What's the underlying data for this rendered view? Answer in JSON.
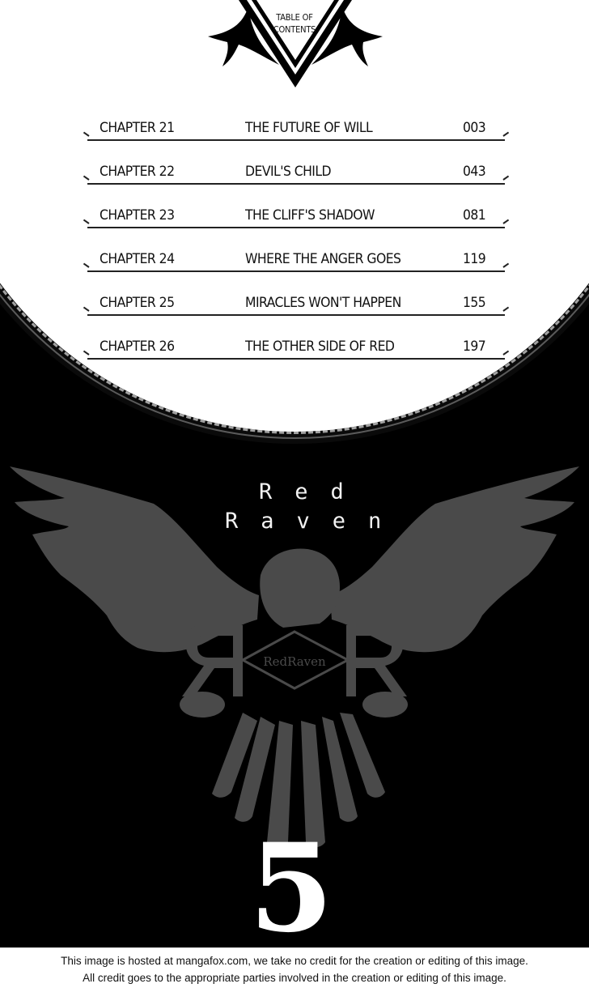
{
  "toc": {
    "header": "TABLE OF CONTENTS",
    "header_lines": [
      "TABLE OF",
      "CONTENTS"
    ],
    "entries": [
      {
        "chapter": "CHAPTER 21",
        "title": "THE FUTURE OF WILL",
        "page": "003"
      },
      {
        "chapter": "CHAPTER 22",
        "title": "DEVIL'S CHILD",
        "page": "043"
      },
      {
        "chapter": "CHAPTER 23",
        "title": "THE CLIFF'S SHADOW",
        "page": "081"
      },
      {
        "chapter": "CHAPTER 24",
        "title": "WHERE THE ANGER GOES",
        "page": "119"
      },
      {
        "chapter": "CHAPTER 25",
        "title": "MIRACLES WON'T HAPPEN",
        "page": "155"
      },
      {
        "chapter": "CHAPTER 26",
        "title": "THE OTHER SIDE OF RED",
        "page": "197"
      }
    ]
  },
  "cover": {
    "series_title_lines": [
      "Red",
      "Raven"
    ],
    "emblem_text": "RedRaven",
    "emblem_letters": [
      "R",
      "R"
    ],
    "volume_number": "5",
    "colors": {
      "background": "#000000",
      "emblem_gray": "#4a4a4a",
      "text": "#f2f2f2",
      "paper": "#ffffff"
    }
  },
  "footer": {
    "line1": "This image is hosted at mangafox.com, we take no credit for the creation or editing of this image.",
    "line2": "All credit goes to the appropriate parties involved in the creation or editing of this image."
  }
}
